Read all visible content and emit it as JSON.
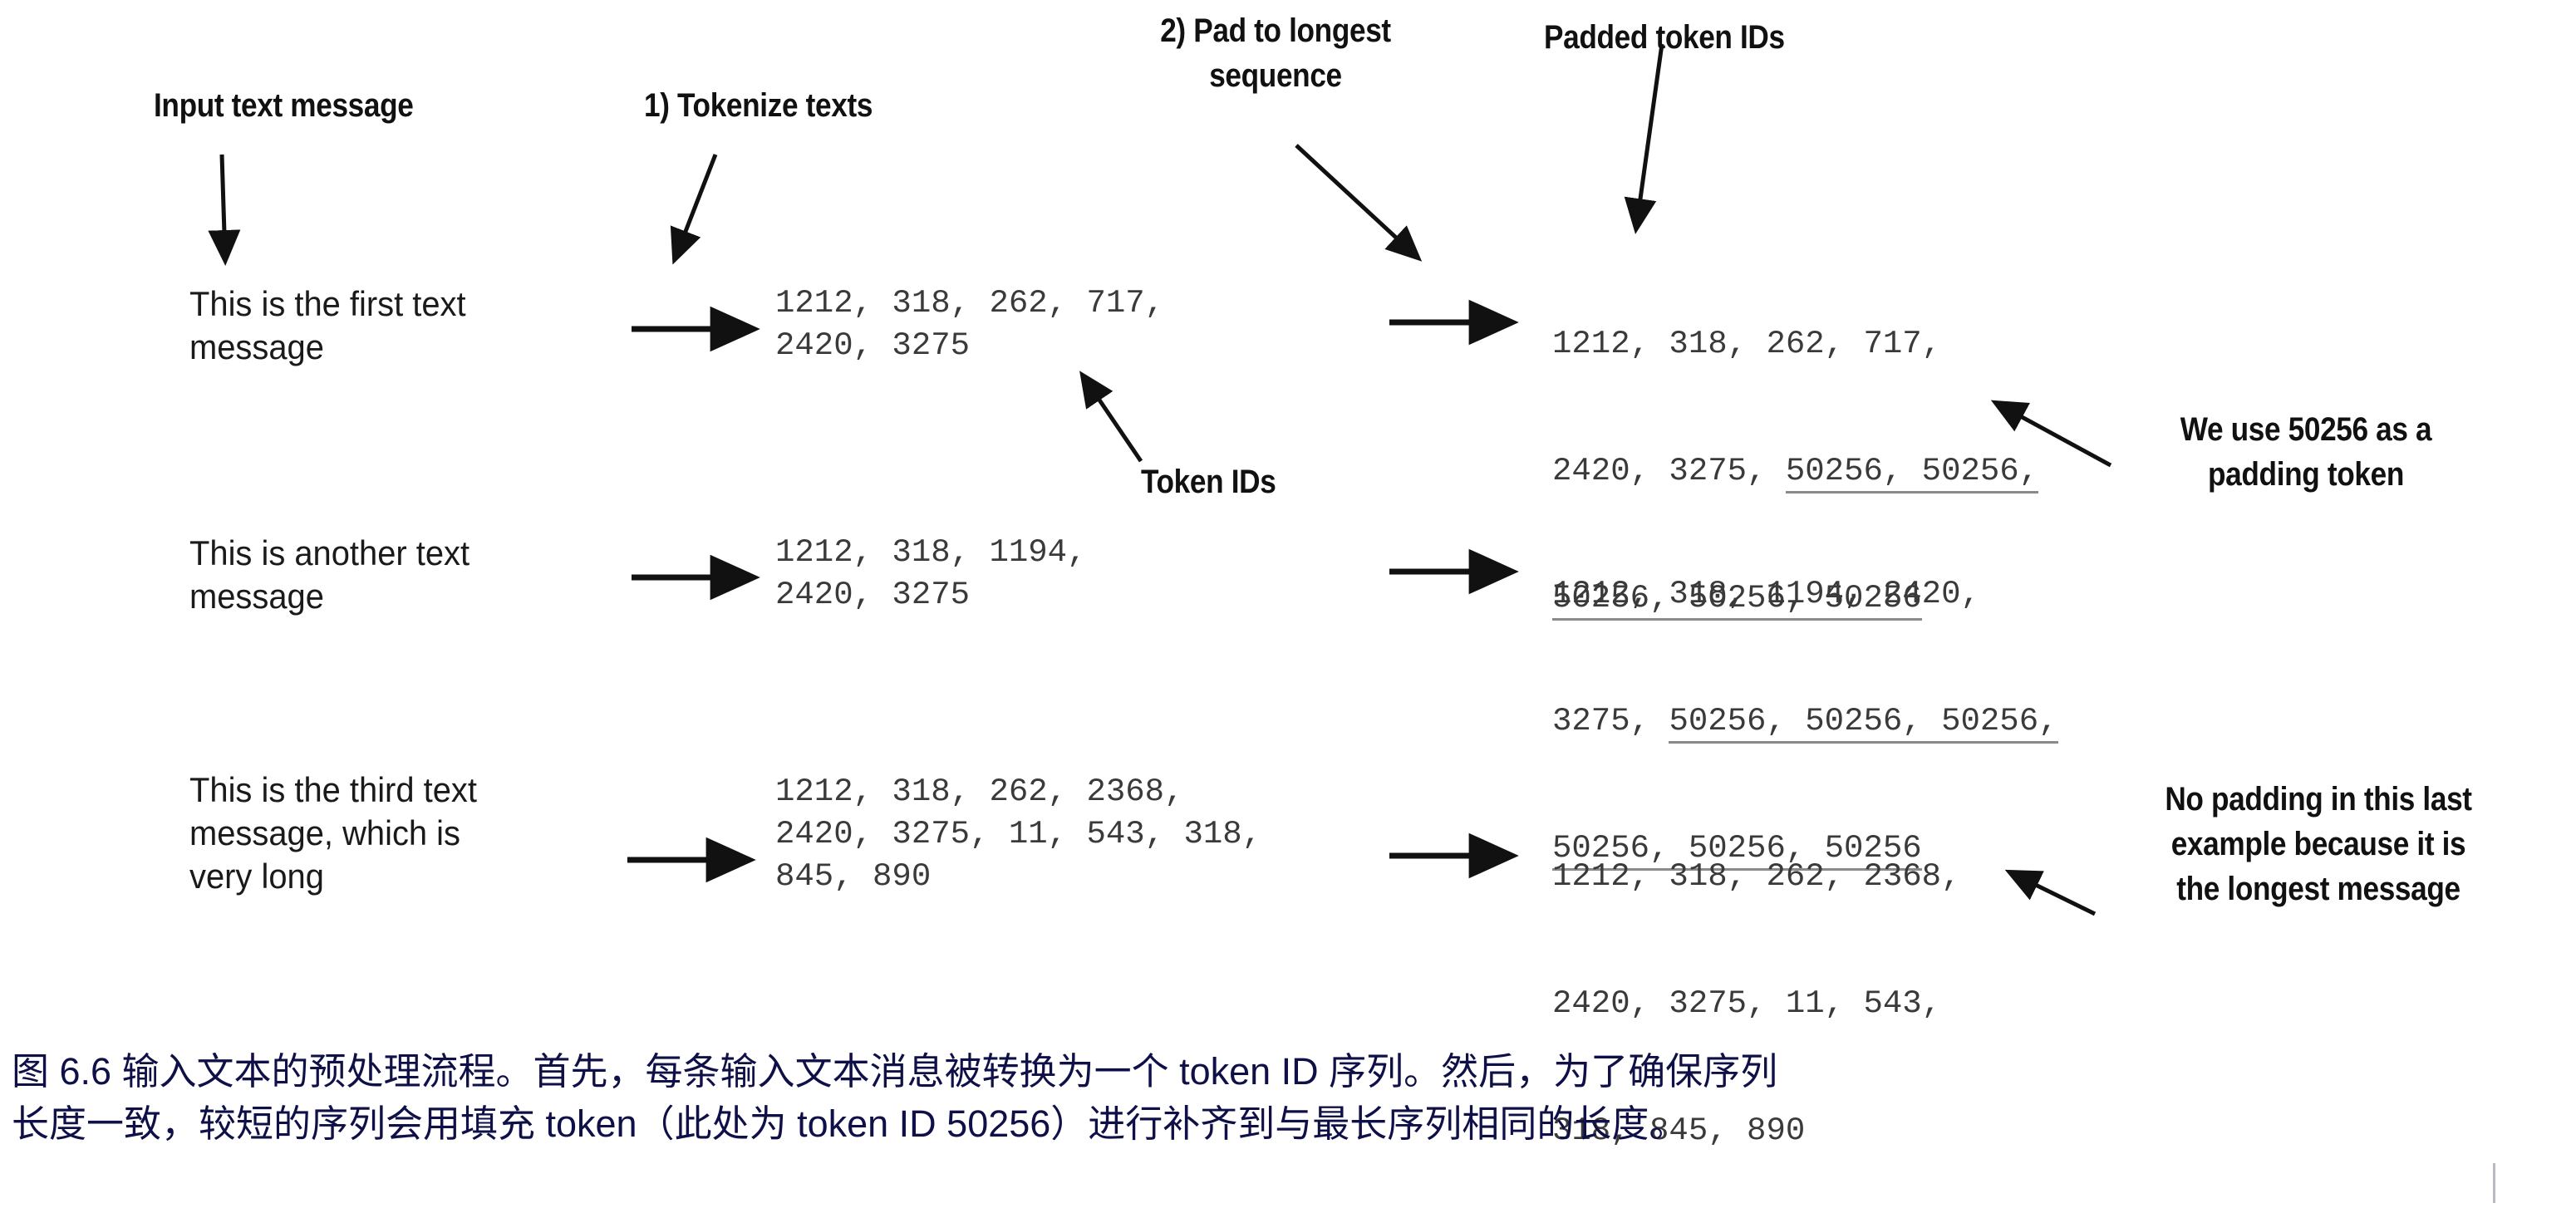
{
  "figure": {
    "labels": {
      "input_text_message": "Input text message",
      "tokenize_texts": "1) Tokenize texts",
      "pad_to_longest": "2) Pad to longest\nsequence",
      "padded_token_ids": "Padded token IDs",
      "token_ids": "Token IDs",
      "padding_note": "We use 50256 as a\npadding token",
      "no_padding_note": "No padding in this last\nexample because it is\nthe longest message"
    },
    "rows": [
      {
        "message": "This is the first text\nmessage",
        "token_ids": "1212, 318, 262, 717,\n2420, 3275",
        "padded_prefix_line1": "1212, 318, 262, 717,",
        "padded_line2_prefix": "2420, 3275, ",
        "padded_line2_pad": "50256, 50256,",
        "padded_line3_pad": "50256, 50256, 50256"
      },
      {
        "message": "This is another text\nmessage",
        "token_ids": "1212, 318, 1194,\n2420, 3275",
        "padded_prefix_line1": "1212, 318, 1194, 2420,",
        "padded_line2_prefix": "3275, ",
        "padded_line2_pad": "50256, 50256, 50256,",
        "padded_line3_pad": "50256, 50256, 50256"
      },
      {
        "message": "This is the third text\nmessage, which is\nvery long",
        "token_ids": "1212, 318, 262, 2368,\n2420, 3275, 11, 543, 318,\n845, 890",
        "padded_prefix_line1": "1212, 318, 262, 2368,",
        "padded_line2_prefix": "2420, 3275, 11, 543,",
        "padded_line2_pad": "",
        "padded_line3_pad": "",
        "padded_line3_plain": "318, 845, 890"
      }
    ],
    "caption": "图 6.6 输入文本的预处理流程。首先，每条输入文本消息被转换为一个 token ID 序列。然后，为了确保序列\n长度一致，较短的序列会用填充 token（此处为 token ID 50256）进行补齐到与最长序列相同的长度。",
    "colors": {
      "ink": "#111111",
      "mono_ink": "#3a3a3a",
      "underline": "#8a8a8a",
      "caption": "#0f1048",
      "background": "#ffffff"
    }
  }
}
